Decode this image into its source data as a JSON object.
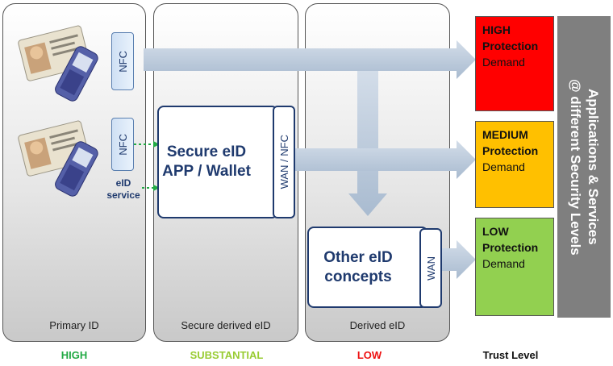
{
  "columns": {
    "primary": "Primary ID",
    "secure_derived": "Secure derived eID",
    "derived": "Derived eID"
  },
  "trust_levels": {
    "high": "HIGH",
    "substantial": "SUBSTANTIAL",
    "low": "LOW",
    "label": "Trust Level"
  },
  "colors": {
    "high": "#22aa44",
    "substantial": "#99cc33",
    "low": "#ee1111",
    "demand_high": "#ff0000",
    "demand_medium": "#ffc000",
    "demand_low": "#92d050",
    "arrow": "#b7c7da",
    "navy": "#1f3a6e"
  },
  "primary_id": {
    "nfc_top": "NFC",
    "nfc_bottom": "NFC",
    "eid_service": "eID\nservice"
  },
  "secure_app": {
    "title": "Secure eID APP / Wallet",
    "channel": "WAN / NFC"
  },
  "other_eid": {
    "title": "Other eID concepts",
    "channel": "WAN"
  },
  "demands": [
    {
      "level": "HIGH",
      "line2": "Protection",
      "line3": "Demand"
    },
    {
      "level": "MEDIUM",
      "line2": "Protection",
      "line3": "Demand"
    },
    {
      "level": "LOW",
      "line2": "Protection",
      "line3": "Demand"
    }
  ],
  "applications": "Applications & Services\n@ different Security Levels"
}
